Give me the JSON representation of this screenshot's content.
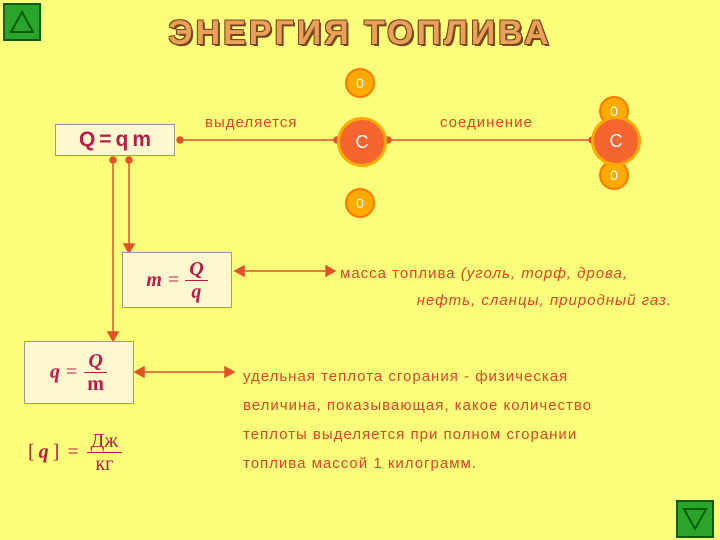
{
  "title": "ЭНЕРГИЯ ТОПЛИВА",
  "labels": {
    "releases": "выделяется",
    "combination": "соединение"
  },
  "atoms": {
    "oxygen": "0",
    "carbon": "C"
  },
  "formulas": {
    "main": {
      "Q": "Q",
      "eq": "=",
      "q": "q",
      "m": "m"
    },
    "mass": {
      "lhs": "m",
      "eq": "=",
      "num": "Q",
      "den": "q"
    },
    "heat": {
      "lhs": "q",
      "eq": "=",
      "num": "Q",
      "den": "m"
    },
    "unit": {
      "lb": "[",
      "q": "q",
      "rb": "]",
      "eq": "=",
      "num": "Дж",
      "den": "кг"
    }
  },
  "mass_desc": {
    "term": "масса топлива",
    "examples_1": "(уголь, торф, дрова,",
    "examples_2": "нефть, сланцы, природный газ."
  },
  "heat_desc": {
    "line1_term": "удельная теплота сгорания",
    "line1_rest": " - физическая",
    "line2": "величина, показывающая, какое количество",
    "line3": "теплоты выделяется при полном сгорании",
    "line4": "топлива массой 1 килограмм."
  },
  "colors": {
    "background": "#fcff7a",
    "nav_button": "#2aa52a",
    "connector": "#e0522a",
    "text_red": "#e0422a",
    "formula_text": "#b81c4a"
  }
}
